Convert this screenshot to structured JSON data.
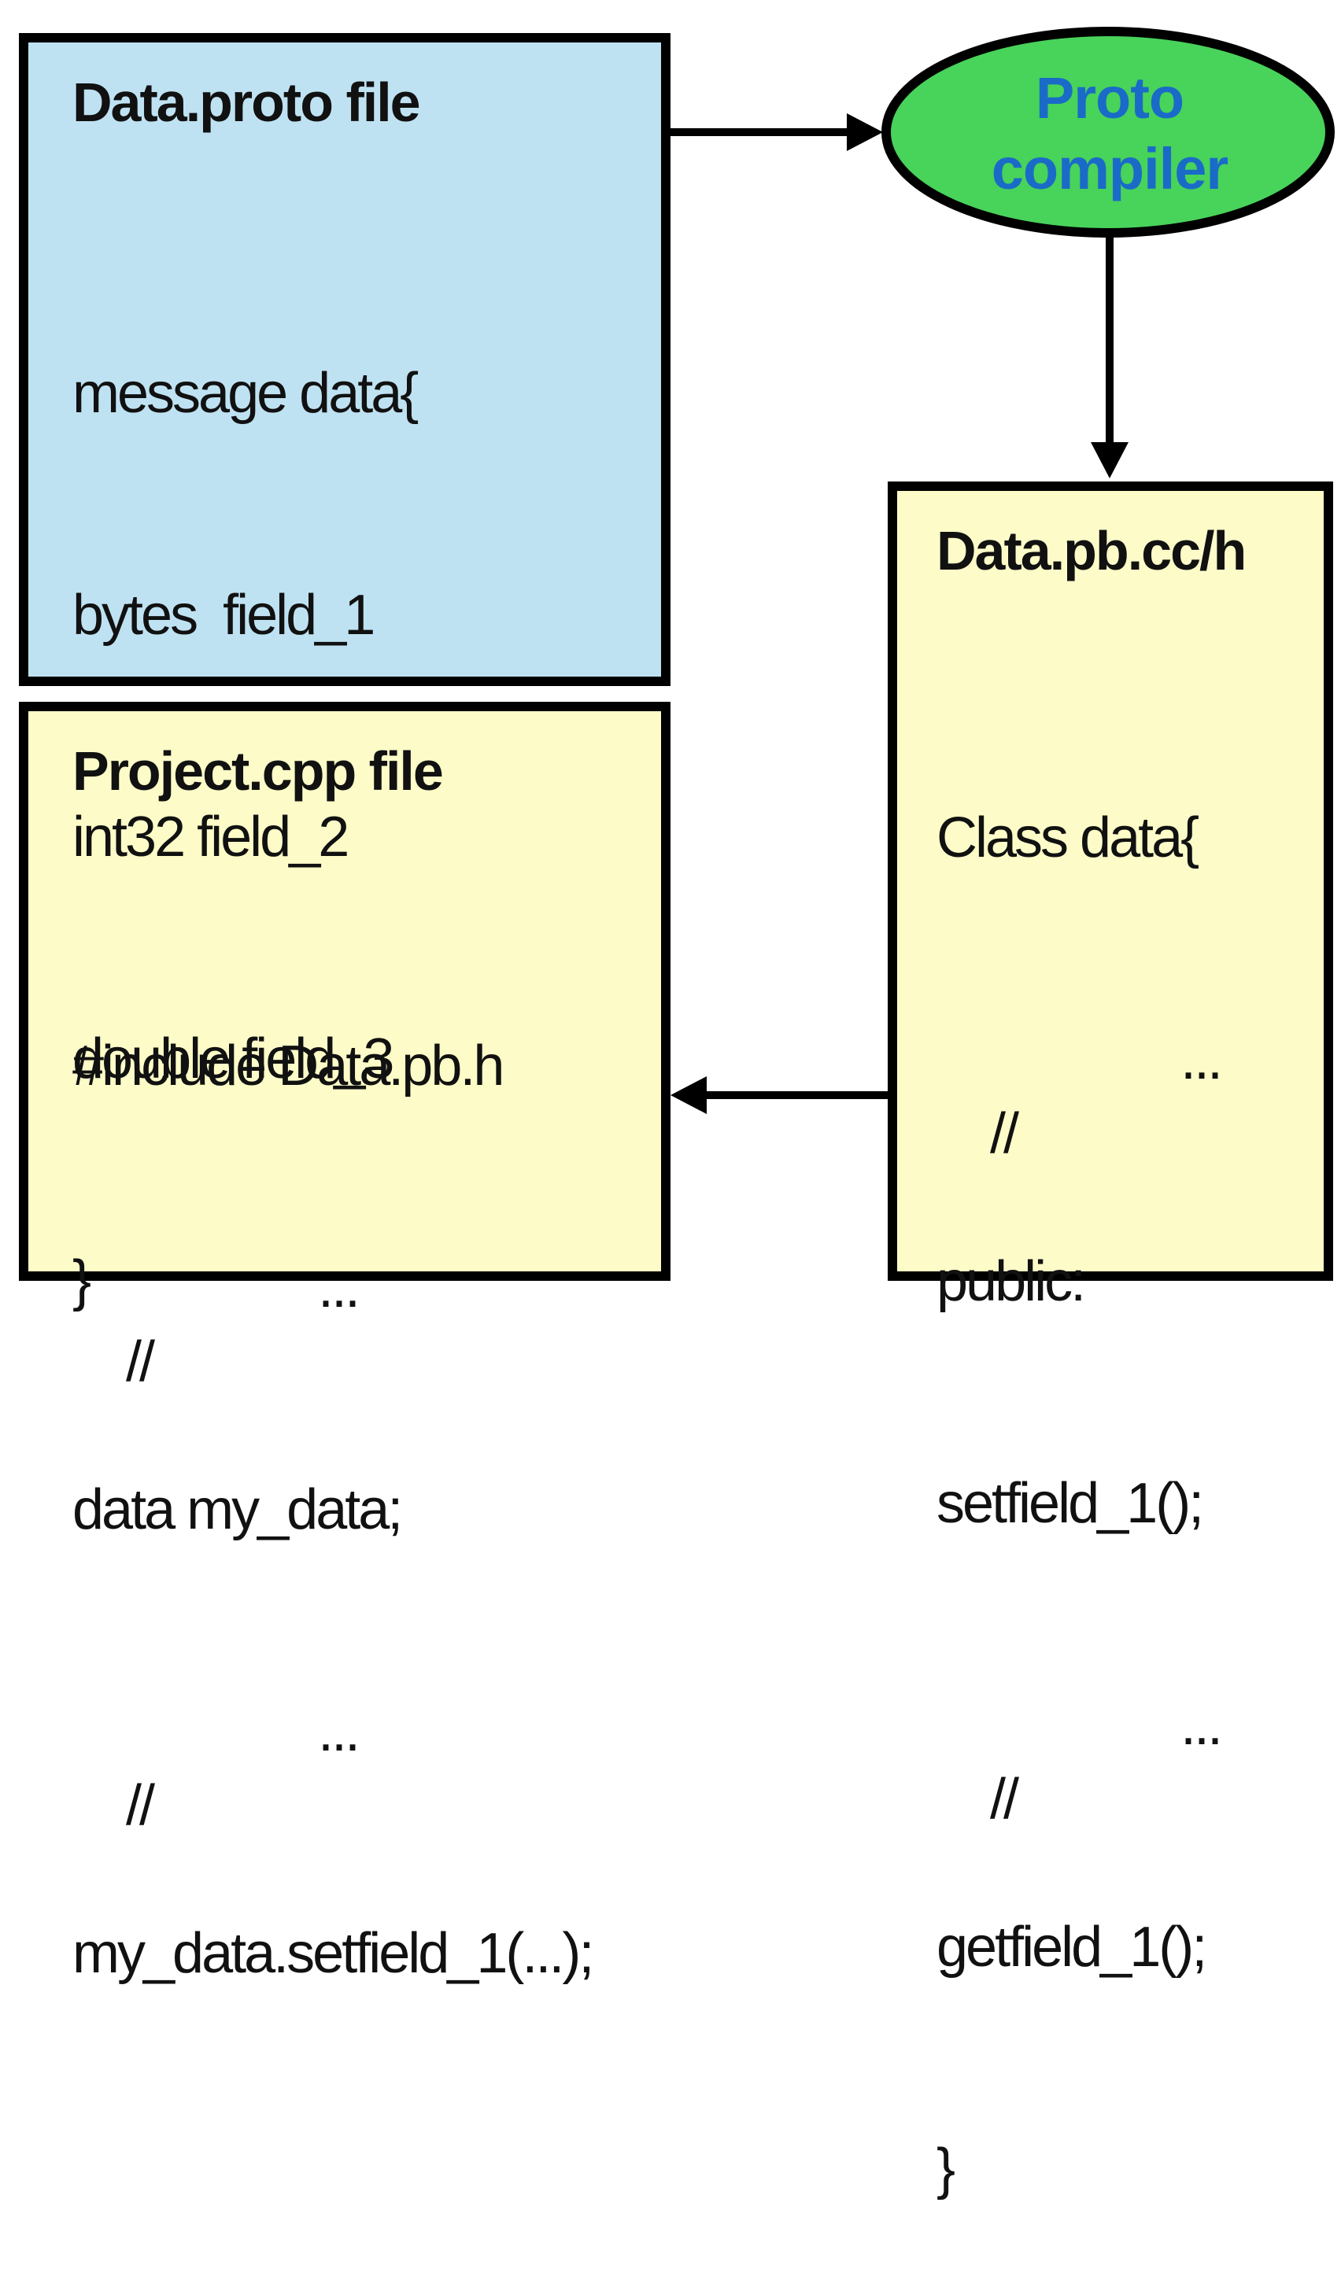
{
  "colors": {
    "data_proto_fill": "#bfe2f2",
    "cpp_fill": "#fdfcc8",
    "compiler_fill": "#48d35a",
    "compiler_text": "#1a6bc8",
    "stroke": "#000000"
  },
  "data_proto": {
    "title": "Data.proto file",
    "lines": [
      "message data{",
      "bytes  field_1",
      "int32 field_2",
      "double field_3",
      "}"
    ]
  },
  "compiler": {
    "line1": "Proto",
    "line2": "compiler"
  },
  "pb_file": {
    "title": "Data.pb.cc/h",
    "line1": "Class data{",
    "comment1_slashes": "//",
    "comment1_dots": "...",
    "line2": "public:",
    "line3": "setfield_1();",
    "comment2_slashes": "//",
    "comment2_dots": "...",
    "line4": "getfield_1();",
    "line5": "}"
  },
  "project": {
    "title": "Project.cpp file",
    "line1": "#include Data.pb.h",
    "comment1_slashes": "//",
    "comment1_dots": "...",
    "line2": "data my_data;",
    "comment2_slashes": "//",
    "comment2_dots": "...",
    "line3": "my_data.setfield_1(...);"
  }
}
